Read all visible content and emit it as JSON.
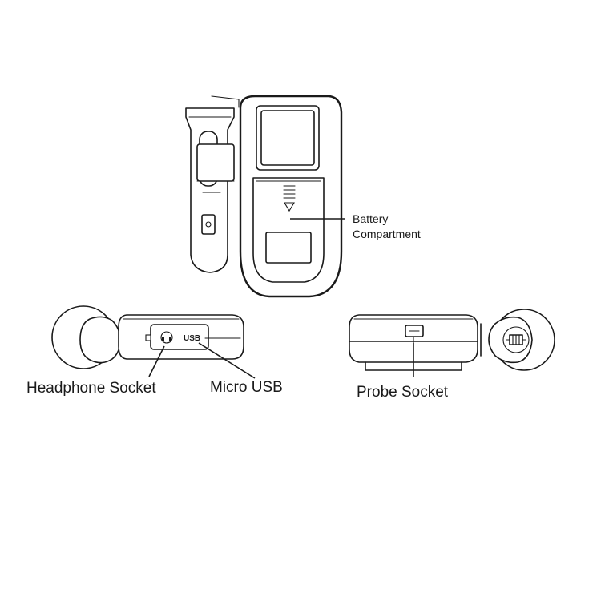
{
  "labels": {
    "battery_line1": "Battery",
    "battery_line2": "Compartment",
    "headphone_socket": "Headphone Socket",
    "micro_usb": "Micro USB",
    "probe_socket": "Probe Socket",
    "usb_marking": "USB"
  },
  "icons": {
    "headphone": "headphone-icon",
    "slide_arrow": "slide-down-arrow-icon",
    "power_button": "power-button-icon"
  },
  "colors": {
    "line": "#1a1a1a",
    "background": "#ffffff"
  }
}
